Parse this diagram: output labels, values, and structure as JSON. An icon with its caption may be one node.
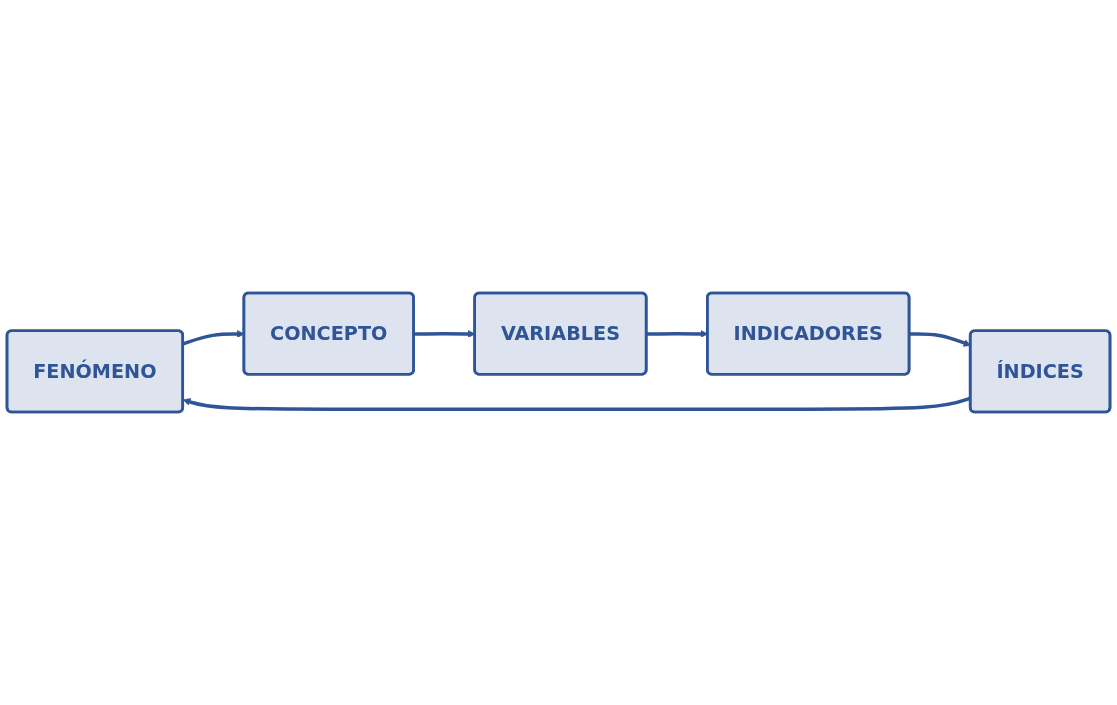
{
  "diagram": {
    "nodes": [
      {
        "text": [
          "FENÓMENO"
        ]
      },
      {
        "text": [
          "CONCEPTO"
        ]
      },
      {
        "text": [
          "VARIABLES"
        ]
      },
      {
        "text": [
          "INDICADORES"
        ]
      },
      {
        "text": [
          "ÍNDICES"
        ]
      }
    ],
    "edges": [
      {
        "from": 0,
        "to": 1,
        "arrow": "to"
      },
      {
        "from": 1,
        "to": 2,
        "arrow": "to"
      },
      {
        "from": 2,
        "to": 3,
        "arrow": "to"
      },
      {
        "from": 3,
        "to": 4,
        "arrow": "to"
      },
      {
        "from": 4,
        "to": 0,
        "arrow": "to"
      }
    ]
  }
}
